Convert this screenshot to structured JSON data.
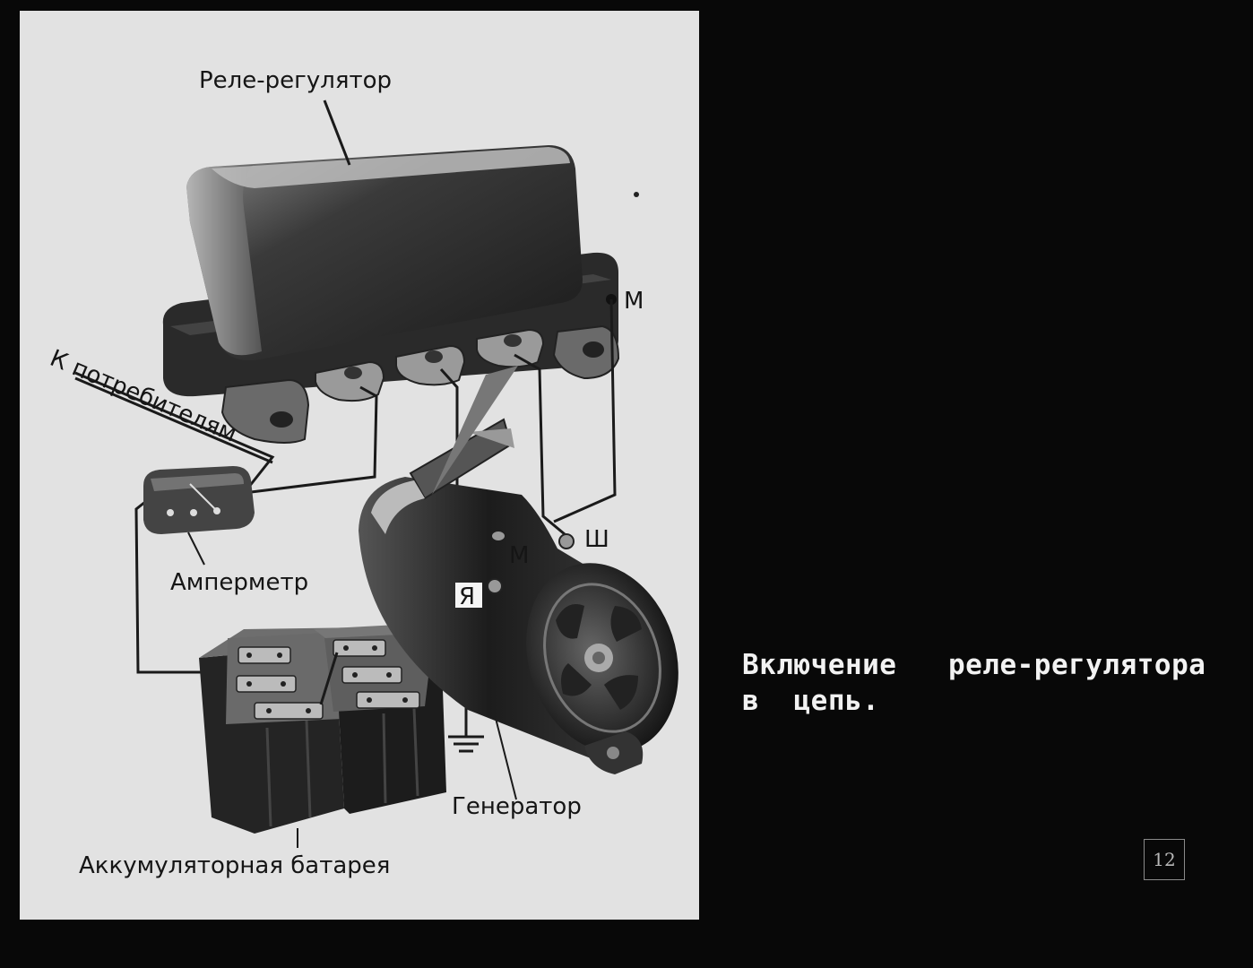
{
  "labels": {
    "relay": "Реле-регулятор",
    "consumers": "К потребителям",
    "ammeter": "Амперметр",
    "generator": "Генератор",
    "battery": "Аккумуляторная батарея"
  },
  "terminals": {
    "relay_m": "М",
    "gen_sh": "Ш",
    "gen_m": "М",
    "gen_ya": "Я"
  },
  "caption": {
    "line1": "Включение   реле-регулятора",
    "line2": "в  цепь."
  },
  "slide_number": "12",
  "colors": {
    "background": "#080808",
    "panel": "#e2e2e2",
    "caption_text": "#f2f2f2"
  }
}
